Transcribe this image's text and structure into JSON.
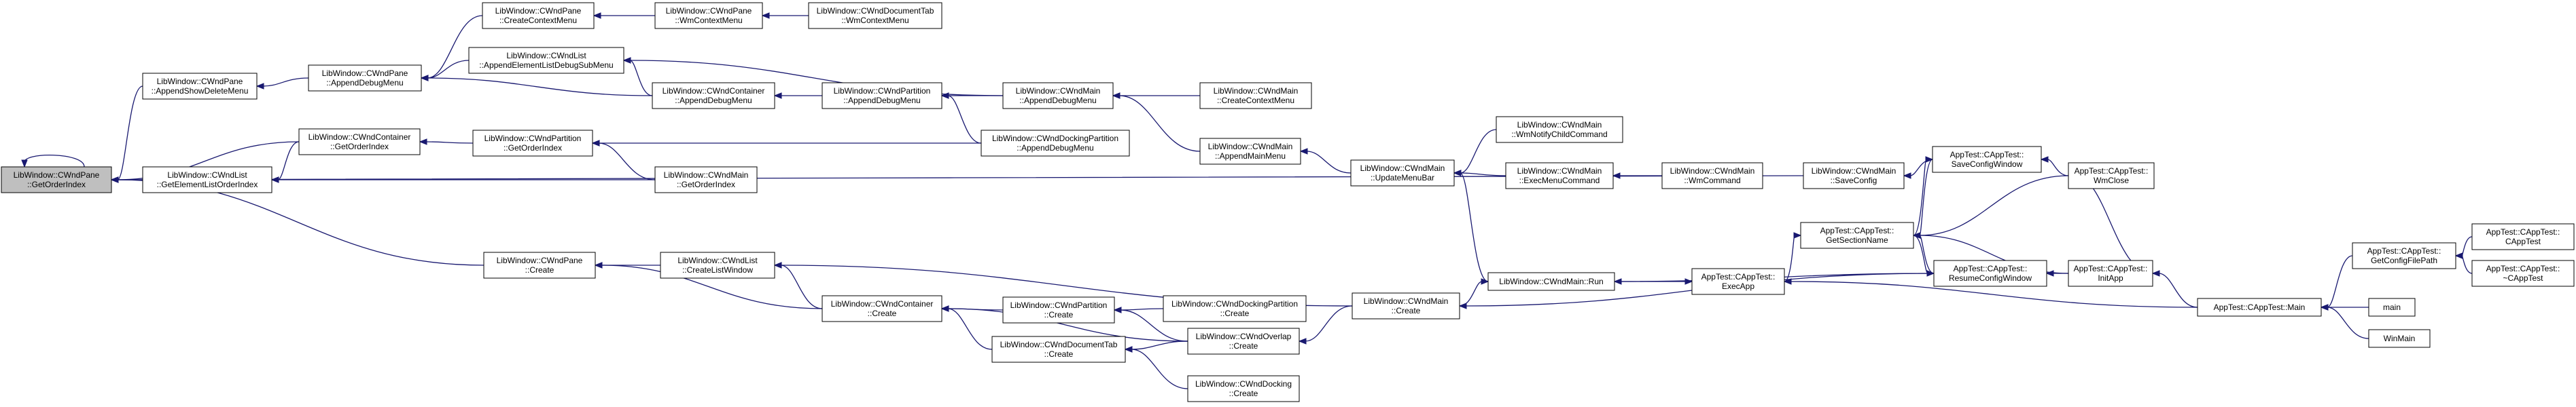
{
  "graph": {
    "colors": {
      "edge": "#191970",
      "root_fill": "#bfbfbf",
      "node_fill": "#ffffff",
      "border": "#000000"
    },
    "nodes": [
      {
        "id": "pane_get",
        "lines": [
          "LibWindow::CWndPane",
          "::GetOrderIndex"
        ],
        "root": true
      },
      {
        "id": "pane_append_show",
        "lines": [
          "LibWindow::CWndPane",
          "::AppendShowDeleteMenu"
        ]
      },
      {
        "id": "pane_append_debug",
        "lines": [
          "LibWindow::CWndPane",
          "::AppendDebugMenu"
        ]
      },
      {
        "id": "pane_create_ctx",
        "lines": [
          "LibWindow::CWndPane",
          "::CreateContextMenu"
        ]
      },
      {
        "id": "pane_wmctx",
        "lines": [
          "LibWindow::CWndPane",
          "::WmContextMenu"
        ]
      },
      {
        "id": "doctab_wmctx",
        "lines": [
          "LibWindow::CWndDocumentTab",
          "::WmContextMenu"
        ]
      },
      {
        "id": "list_append_elem",
        "lines": [
          "LibWindow::CWndList",
          "::AppendElementListDebugSubMenu"
        ]
      },
      {
        "id": "container_append_debug",
        "lines": [
          "LibWindow::CWndContainer",
          "::AppendDebugMenu"
        ]
      },
      {
        "id": "partition_append_debug",
        "lines": [
          "LibWindow::CWndPartition",
          "::AppendDebugMenu"
        ]
      },
      {
        "id": "main_append_debug",
        "lines": [
          "LibWindow::CWndMain",
          "::AppendDebugMenu"
        ]
      },
      {
        "id": "main_create_ctx",
        "lines": [
          "LibWindow::CWndMain",
          "::CreateContextMenu"
        ]
      },
      {
        "id": "main_append_main",
        "lines": [
          "LibWindow::CWndMain",
          "::AppendMainMenu"
        ]
      },
      {
        "id": "dockpart_append_debug",
        "lines": [
          "LibWindow::CWndDockingPartition",
          "::AppendDebugMenu"
        ]
      },
      {
        "id": "container_get",
        "lines": [
          "LibWindow::CWndContainer",
          "::GetOrderIndex"
        ]
      },
      {
        "id": "list_get_elem",
        "lines": [
          "LibWindow::CWndList",
          "::GetElementListOrderIndex"
        ]
      },
      {
        "id": "partition_get",
        "lines": [
          "LibWindow::CWndPartition",
          "::GetOrderIndex"
        ]
      },
      {
        "id": "main_get",
        "lines": [
          "LibWindow::CWndMain",
          "::GetOrderIndex"
        ]
      },
      {
        "id": "main_update_menu",
        "lines": [
          "LibWindow::CWndMain",
          "::UpdateMenuBar"
        ]
      },
      {
        "id": "main_wmnotify",
        "lines": [
          "LibWindow::CWndMain",
          "::WmNotifyChildCommand"
        ]
      },
      {
        "id": "main_exec_menu",
        "lines": [
          "LibWindow::CWndMain",
          "::ExecMenuCommand"
        ]
      },
      {
        "id": "main_wmcommand",
        "lines": [
          "LibWindow::CWndMain",
          "::WmCommand"
        ]
      },
      {
        "id": "main_save_config",
        "lines": [
          "LibWindow::CWndMain",
          "::SaveConfig"
        ]
      },
      {
        "id": "app_save_config",
        "lines": [
          "AppTest::CAppTest::",
          "SaveConfigWindow"
        ]
      },
      {
        "id": "app_wmclose",
        "lines": [
          "AppTest::CAppTest::",
          "WmClose"
        ]
      },
      {
        "id": "app_get_section",
        "lines": [
          "AppTest::CAppTest::",
          "GetSectionName"
        ]
      },
      {
        "id": "app_resume",
        "lines": [
          "AppTest::CAppTest::",
          "ResumeConfigWindow"
        ]
      },
      {
        "id": "app_init",
        "lines": [
          "AppTest::CAppTest::",
          "InitApp"
        ]
      },
      {
        "id": "app_exec",
        "lines": [
          "AppTest::CAppTest::",
          "ExecApp"
        ]
      },
      {
        "id": "main_run",
        "lines": [
          "LibWindow::CWndMain::Run"
        ]
      },
      {
        "id": "app_main",
        "lines": [
          "AppTest::CAppTest::Main"
        ]
      },
      {
        "id": "app_get_file",
        "lines": [
          "AppTest::CAppTest::",
          "GetConfigFilePath"
        ]
      },
      {
        "id": "app_ctor",
        "lines": [
          "AppTest::CAppTest::",
          "CAppTest"
        ]
      },
      {
        "id": "app_dtor",
        "lines": [
          "AppTest::CAppTest::",
          "~CAppTest"
        ]
      },
      {
        "id": "main",
        "lines": [
          "main"
        ]
      },
      {
        "id": "winmain",
        "lines": [
          "WinMain"
        ]
      },
      {
        "id": "pane_create",
        "lines": [
          "LibWindow::CWndPane",
          "::Create"
        ]
      },
      {
        "id": "list_create",
        "lines": [
          "LibWindow::CWndList",
          "::CreateListWindow"
        ]
      },
      {
        "id": "container_create",
        "lines": [
          "LibWindow::CWndContainer",
          "::Create"
        ]
      },
      {
        "id": "partition_create",
        "lines": [
          "LibWindow::CWndPartition",
          "::Create"
        ]
      },
      {
        "id": "dockpart_create",
        "lines": [
          "LibWindow::CWndDockingPartition",
          "::Create"
        ]
      },
      {
        "id": "doctab_create",
        "lines": [
          "LibWindow::CWndDocumentTab",
          "::Create"
        ]
      },
      {
        "id": "overlap_create",
        "lines": [
          "LibWindow::CWndOverlap",
          "::Create"
        ]
      },
      {
        "id": "docking_create",
        "lines": [
          "LibWindow::CWndDocking",
          "::Create"
        ]
      },
      {
        "id": "main_create",
        "lines": [
          "LibWindow::CWndMain",
          "::Create"
        ]
      }
    ],
    "edges": [
      [
        "pane_get",
        "pane_get"
      ],
      [
        "pane_get",
        "pane_append_show"
      ],
      [
        "pane_append_show",
        "pane_append_debug"
      ],
      [
        "pane_append_debug",
        "pane_create_ctx"
      ],
      [
        "pane_create_ctx",
        "pane_wmctx"
      ],
      [
        "pane_wmctx",
        "doctab_wmctx"
      ],
      [
        "pane_append_debug",
        "list_append_elem"
      ],
      [
        "pane_append_debug",
        "container_append_debug"
      ],
      [
        "list_append_elem",
        "container_append_debug"
      ],
      [
        "list_append_elem",
        "main_append_debug"
      ],
      [
        "container_append_debug",
        "partition_append_debug"
      ],
      [
        "partition_append_debug",
        "main_append_debug"
      ],
      [
        "partition_append_debug",
        "dockpart_append_debug"
      ],
      [
        "main_append_debug",
        "main_create_ctx"
      ],
      [
        "main_append_debug",
        "main_append_main"
      ],
      [
        "main_append_main",
        "main_update_menu"
      ],
      [
        "main_update_menu",
        "main_wmnotify"
      ],
      [
        "main_update_menu",
        "main_exec_menu"
      ],
      [
        "main_update_menu",
        "main_run"
      ],
      [
        "main_exec_menu",
        "main_wmcommand"
      ],
      [
        "pane_get",
        "container_get"
      ],
      [
        "pane_get",
        "list_get_elem"
      ],
      [
        "list_get_elem",
        "container_get"
      ],
      [
        "list_get_elem",
        "main_get"
      ],
      [
        "container_get",
        "partition_get"
      ],
      [
        "partition_get",
        "main_get"
      ],
      [
        "partition_get",
        "dockpart_append_debug"
      ],
      [
        "pane_get",
        "main_save_config"
      ],
      [
        "main_save_config",
        "app_save_config"
      ],
      [
        "app_save_config",
        "app_get_section"
      ],
      [
        "app_save_config",
        "app_wmclose"
      ],
      [
        "app_get_section",
        "app_save_config"
      ],
      [
        "app_get_section",
        "app_wmclose"
      ],
      [
        "app_get_section",
        "app_resume"
      ],
      [
        "app_get_section",
        "app_init"
      ],
      [
        "app_get_section",
        "app_exec"
      ],
      [
        "app_resume",
        "app_get_section"
      ],
      [
        "app_resume",
        "app_init"
      ],
      [
        "app_wmclose",
        "app_init"
      ],
      [
        "app_init",
        "app_main"
      ],
      [
        "app_exec",
        "main_run"
      ],
      [
        "app_exec",
        "app_main"
      ],
      [
        "main_run",
        "app_resume"
      ],
      [
        "main_run",
        "main_create"
      ],
      [
        "app_main",
        "app_get_file"
      ],
      [
        "app_main",
        "main"
      ],
      [
        "app_main",
        "winmain"
      ],
      [
        "app_get_file",
        "app_ctor"
      ],
      [
        "app_get_file",
        "app_dtor"
      ],
      [
        "pane_get",
        "pane_create"
      ],
      [
        "pane_create",
        "list_create"
      ],
      [
        "pane_create",
        "container_create"
      ],
      [
        "list_create",
        "container_create"
      ],
      [
        "list_create",
        "main_create"
      ],
      [
        "container_create",
        "partition_create"
      ],
      [
        "container_create",
        "doctab_create"
      ],
      [
        "container_create",
        "overlap_create"
      ],
      [
        "partition_create",
        "dockpart_create"
      ],
      [
        "partition_create",
        "overlap_create"
      ],
      [
        "doctab_create",
        "overlap_create"
      ],
      [
        "doctab_create",
        "docking_create"
      ],
      [
        "overlap_create",
        "main_create"
      ],
      [
        "main_create",
        "app_resume"
      ]
    ]
  }
}
